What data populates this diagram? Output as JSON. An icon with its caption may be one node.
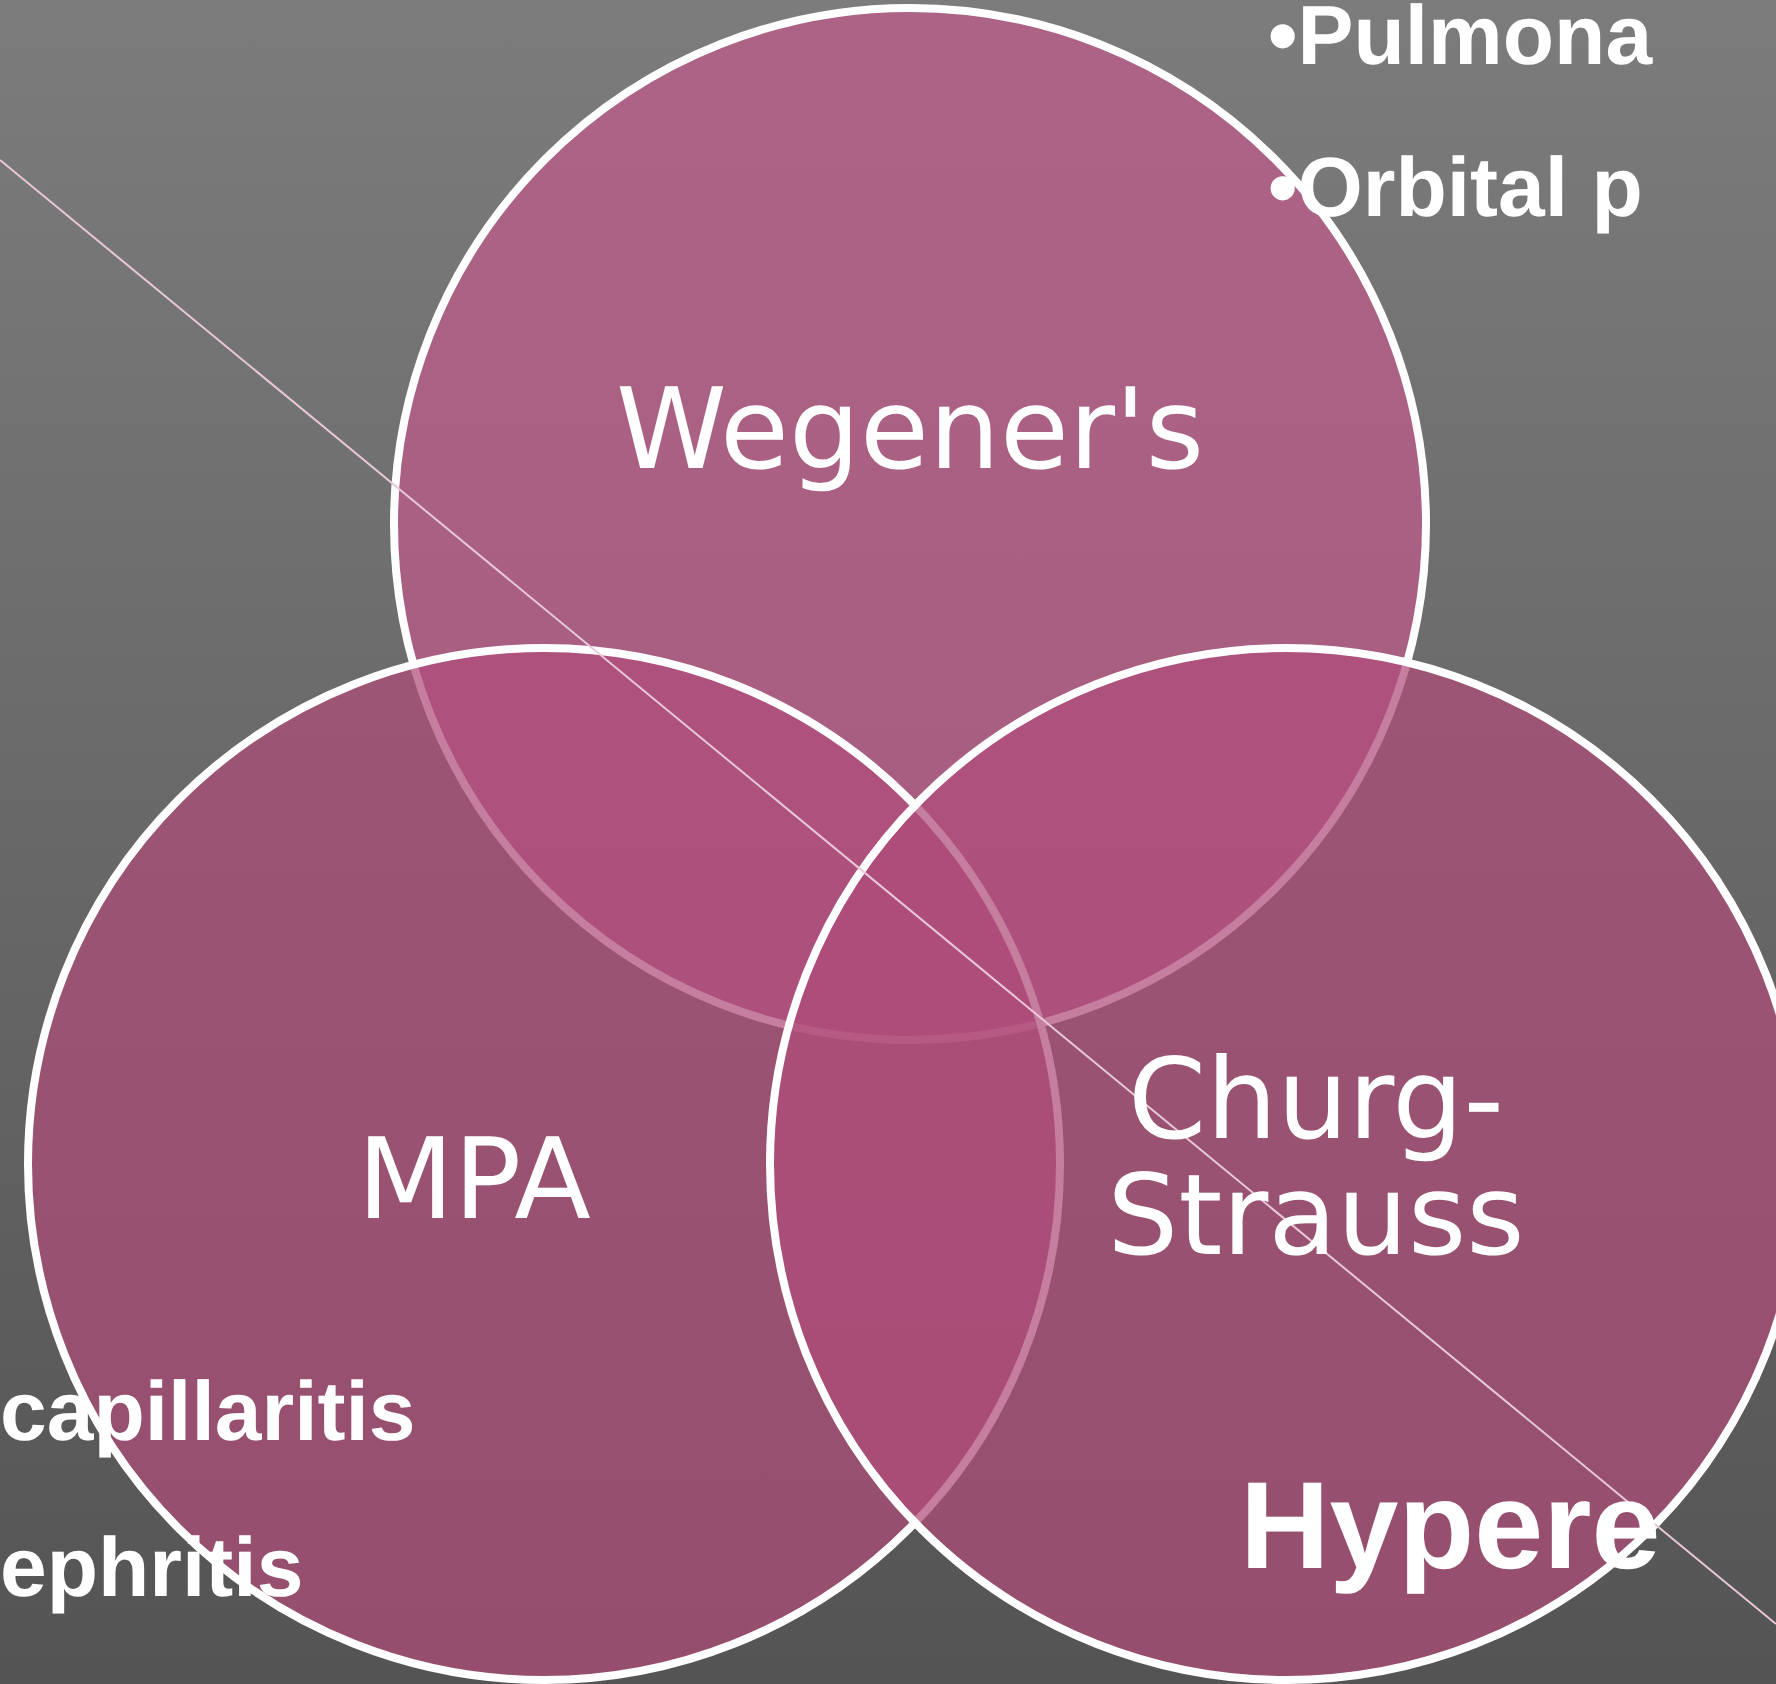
{
  "diagram": {
    "nodes": [
      {
        "text": [
          "Wegener's"
        ]
      },
      {
        "text": [
          "MPA"
        ]
      },
      {
        "text": [
          "Churg-Strauss"
        ]
      }
    ],
    "labels": [
      "•Pulmona",
      "•Orbital p",
      "capillaritis",
      "ephritis",
      "Hypere"
    ]
  }
}
